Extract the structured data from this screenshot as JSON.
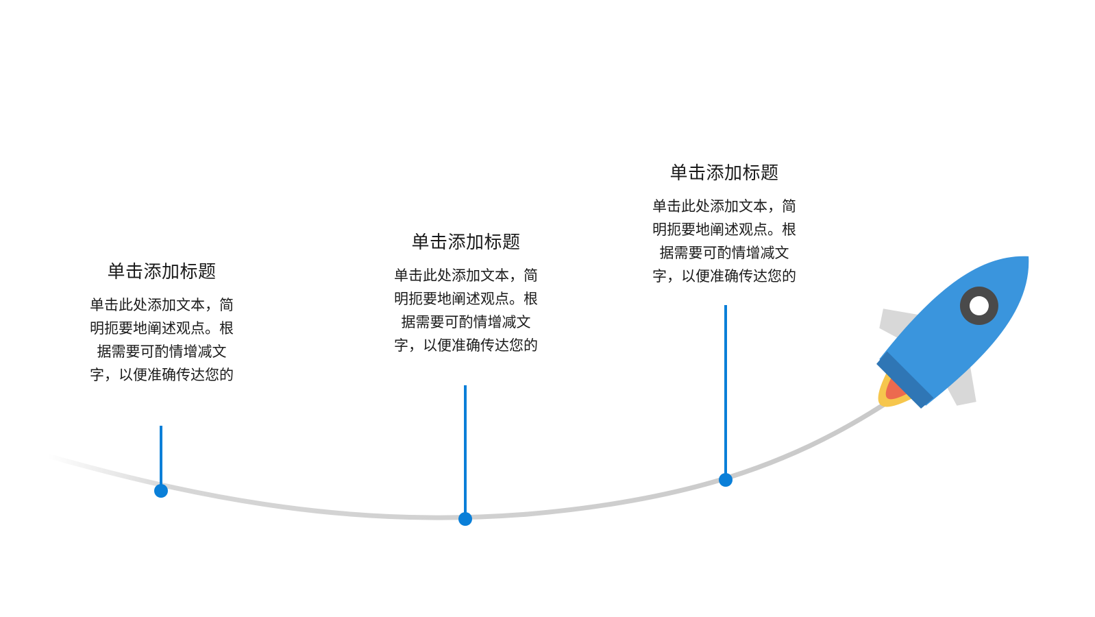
{
  "colors": {
    "accent": "#0a7fd8",
    "track": "#cfcfcf",
    "rocket_body": "#3a95dd",
    "rocket_fins": "#d7d7d7",
    "flame_outer": "#f7c94f",
    "flame_inner": "#ee6b4f"
  },
  "milestones": [
    {
      "title": "单击添加标题",
      "body_lines": [
        "单击此处添加文本，简",
        "明扼要地阐述观点。根",
        "据需要可酌情增减文",
        "字，以便准确传达您的"
      ]
    },
    {
      "title": "单击添加标题",
      "body_lines": [
        "单击此处添加文本，简",
        "明扼要地阐述观点。根",
        "据需要可酌情增减文",
        "字，以便准确传达您的"
      ]
    },
    {
      "title": "单击添加标题",
      "body_lines": [
        "单击此处添加文本，简",
        "明扼要地阐述观点。根",
        "据需要可酌情增减文",
        "字，以便准确传达您的"
      ]
    }
  ],
  "rocket": {
    "icon": "rocket-icon"
  }
}
